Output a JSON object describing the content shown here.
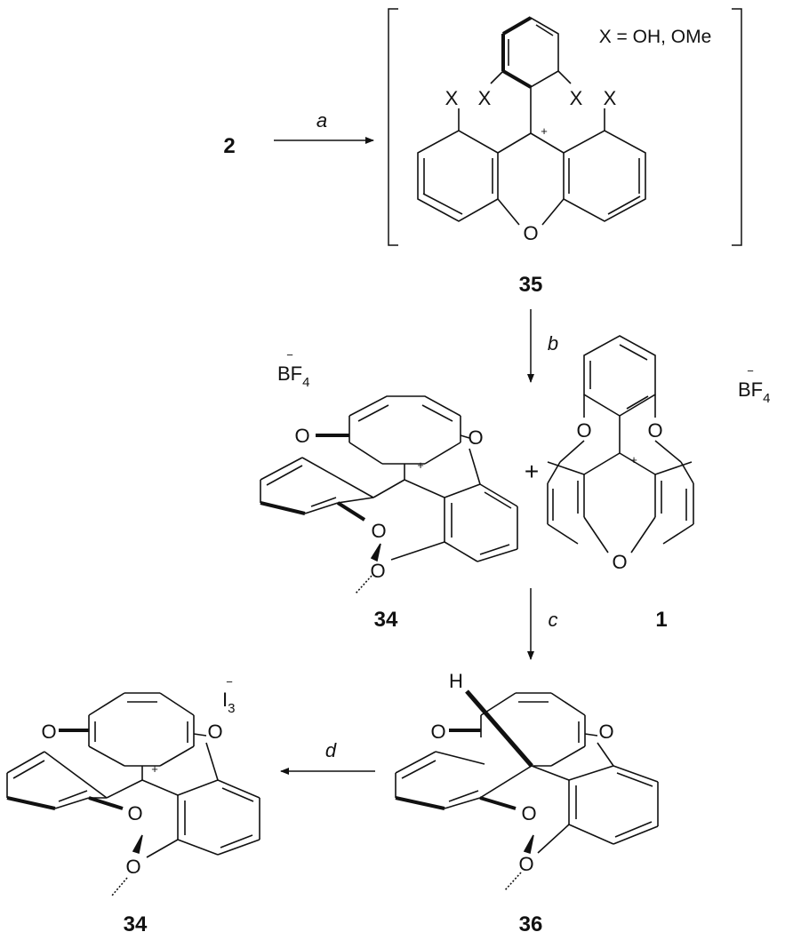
{
  "compounds": {
    "start": "2",
    "intermediate": "35",
    "product_left": "34",
    "byproduct": "1",
    "reduced": "36",
    "final": "34"
  },
  "steps": {
    "a": "a",
    "b": "b",
    "c": "c",
    "d": "d"
  },
  "note": "X = OH, OMe",
  "atoms": {
    "oxygen": "O",
    "x": "X",
    "hydrogen": "H",
    "cation": "+",
    "anion_charge": "−"
  },
  "counterions": {
    "bf4_main": "BF",
    "bf4_sub": "4",
    "i3_main": "I",
    "i3_sub": "3"
  },
  "plus_sign": "+"
}
